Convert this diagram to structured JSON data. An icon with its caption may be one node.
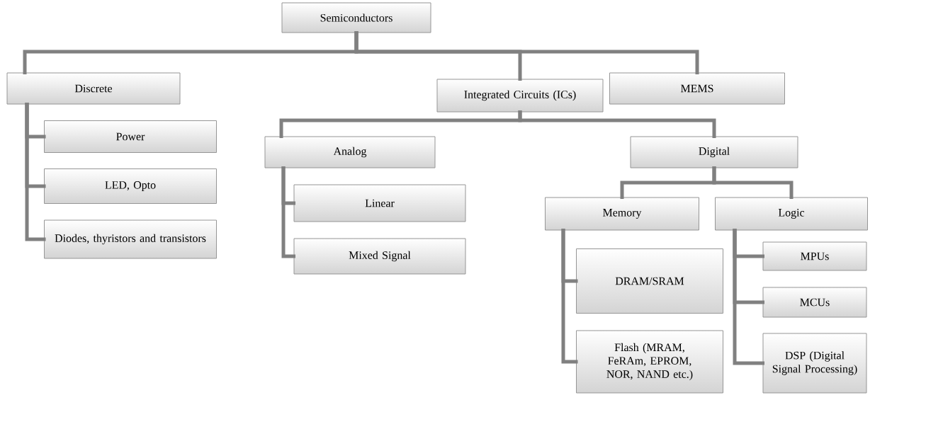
{
  "diagram": {
    "nodes": [
      {
        "text": [
          "Semiconductors"
        ]
      },
      {
        "text": [
          "Discrete"
        ]
      },
      {
        "text": [
          "Integrated Circuits (ICs)"
        ]
      },
      {
        "text": [
          "MEMS"
        ]
      },
      {
        "text": [
          "Power"
        ]
      },
      {
        "text": [
          "LED, Opto"
        ]
      },
      {
        "text": [
          "Diodes, thyristors and transistors"
        ]
      },
      {
        "text": [
          "Analog"
        ]
      },
      {
        "text": [
          "Digital"
        ]
      },
      {
        "text": [
          "Linear"
        ]
      },
      {
        "text": [
          "Mixed Signal"
        ]
      },
      {
        "text": [
          "Memory"
        ]
      },
      {
        "text": [
          "Logic"
        ]
      },
      {
        "text": [
          "DRAM/SRAM"
        ]
      },
      {
        "text": [
          "Flash (MRAM, FeRAm, EPROM, NOR, NAND etc.)"
        ]
      },
      {
        "text": [
          "MPUs"
        ]
      },
      {
        "text": [
          "MCUs"
        ]
      },
      {
        "text": [
          "DSP (Digital Signal Processing)"
        ]
      }
    ],
    "edges": [
      {
        "from": 0,
        "to": 1,
        "arrow": "none"
      },
      {
        "from": 0,
        "to": 2,
        "arrow": "none"
      },
      {
        "from": 0,
        "to": 3,
        "arrow": "none"
      },
      {
        "from": 1,
        "to": 4,
        "arrow": "none"
      },
      {
        "from": 1,
        "to": 5,
        "arrow": "none"
      },
      {
        "from": 1,
        "to": 6,
        "arrow": "none"
      },
      {
        "from": 2,
        "to": 7,
        "arrow": "none"
      },
      {
        "from": 2,
        "to": 8,
        "arrow": "none"
      },
      {
        "from": 7,
        "to": 9,
        "arrow": "none"
      },
      {
        "from": 7,
        "to": 10,
        "arrow": "none"
      },
      {
        "from": 8,
        "to": 11,
        "arrow": "none"
      },
      {
        "from": 8,
        "to": 12,
        "arrow": "none"
      },
      {
        "from": 11,
        "to": 13,
        "arrow": "none"
      },
      {
        "from": 11,
        "to": 14,
        "arrow": "none"
      },
      {
        "from": 12,
        "to": 15,
        "arrow": "none"
      },
      {
        "from": 12,
        "to": 16,
        "arrow": "none"
      },
      {
        "from": 12,
        "to": 17,
        "arrow": "none"
      }
    ]
  }
}
